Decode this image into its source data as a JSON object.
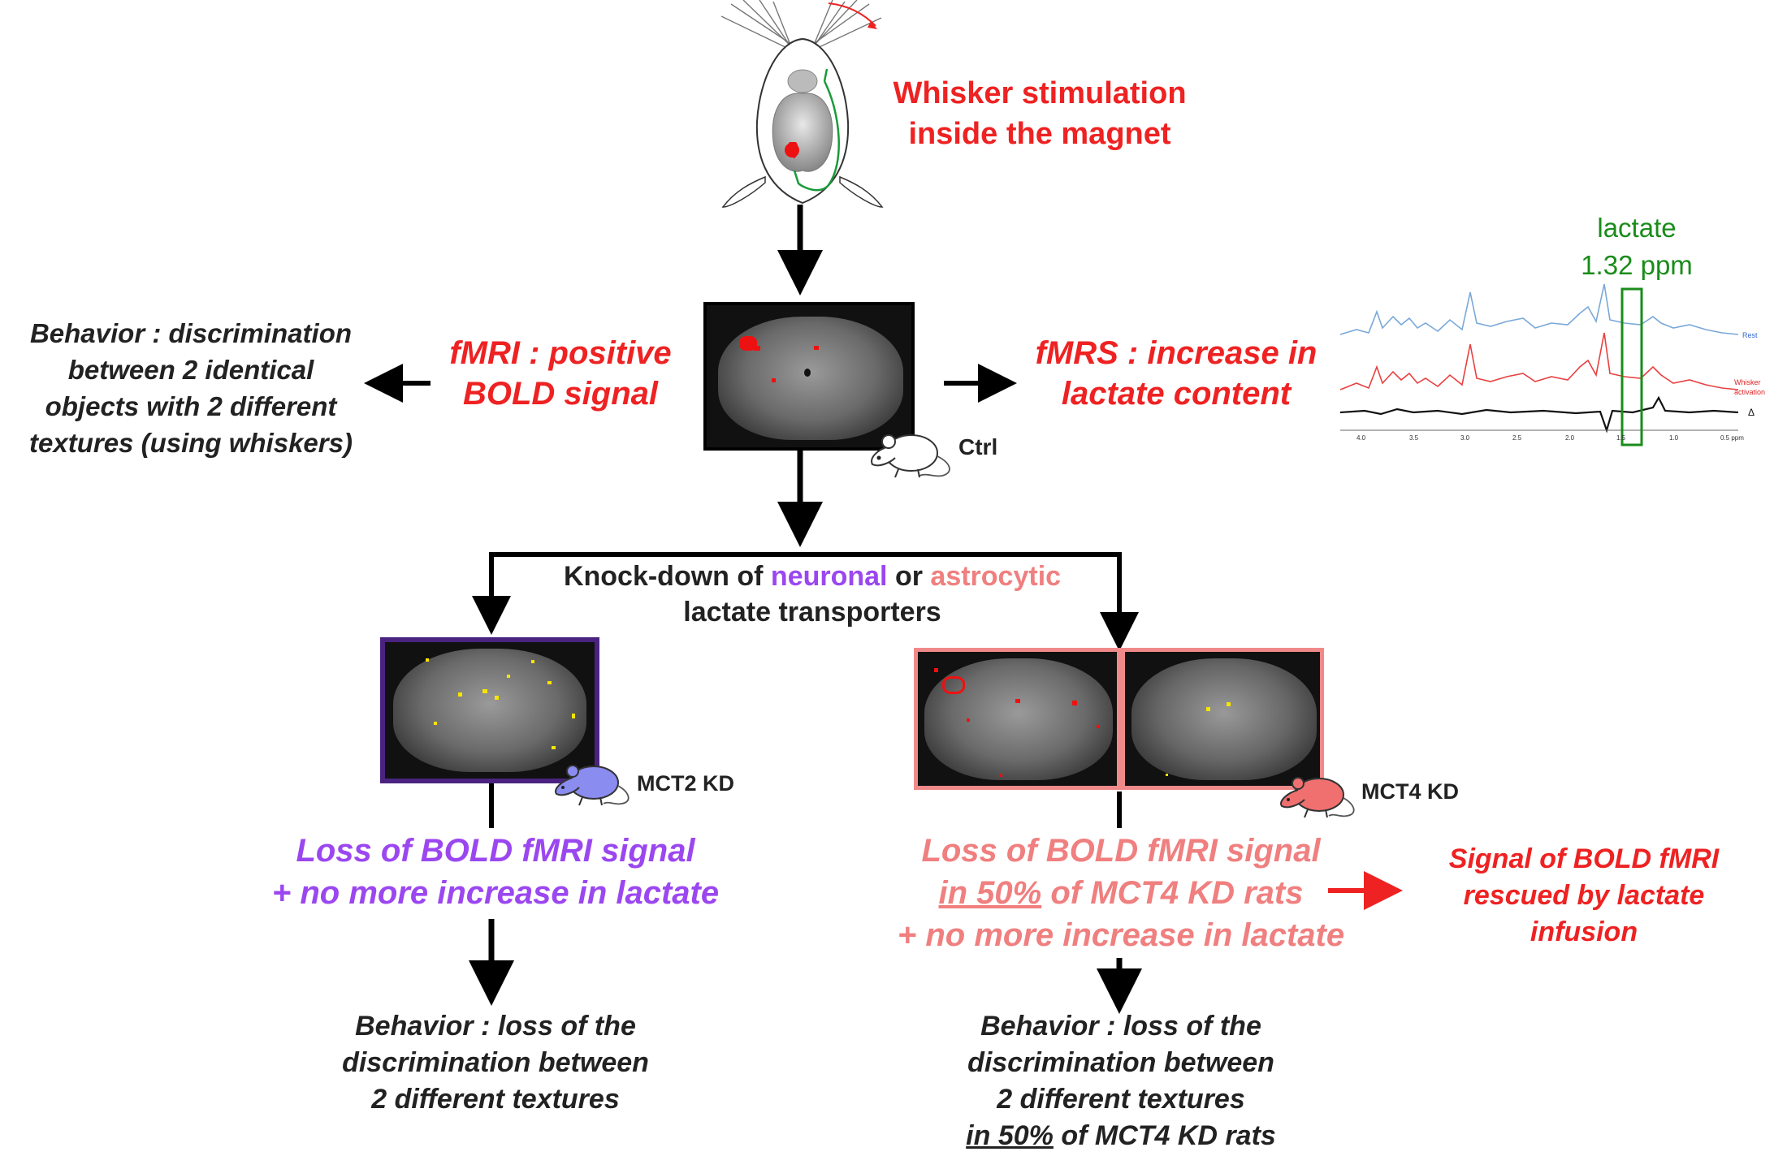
{
  "top": {
    "title_line1": "Whisker stimulation",
    "title_line2": "inside the magnet"
  },
  "center": {
    "fmri_line1": "fMRI : positive",
    "fmri_line2": "BOLD signal",
    "ctrl_label": "Ctrl"
  },
  "left_behavior": {
    "line1": "Behavior : discrimination",
    "line2": "between 2 identical",
    "line3": "objects with 2 different",
    "line4": "textures (using whiskers)"
  },
  "fmrs": {
    "line1": "fMRS : increase in",
    "line2": "lactate content",
    "lactate_label": "lactate",
    "lactate_ppm": "1.32 ppm",
    "trace_labels": [
      "Rest",
      "Whisker",
      "activation",
      "Δ"
    ],
    "axis_ticks": [
      "4.0",
      "3.5",
      "3.0",
      "2.5",
      "2.0",
      "1.5",
      "1.0",
      "0.5 ppm"
    ]
  },
  "knockdown": {
    "part1": "Knock-down of ",
    "neuronal": "neuronal",
    "part2": " or ",
    "astrocytic": "astrocytic",
    "line2": "lactate transporters"
  },
  "mct2": {
    "label": "MCT2 KD",
    "result_line1": "Loss of BOLD fMRI signal",
    "result_line2": "+ no more increase in lactate",
    "behavior_line1": "Behavior : loss of the",
    "behavior_line2": "discrimination between",
    "behavior_line3": "2 different textures"
  },
  "mct4": {
    "label": "MCT4 KD",
    "result_line1": "Loss of BOLD fMRI signal",
    "result_underline": "in 50%",
    "result_line2_rest": " of MCT4 KD rats",
    "result_line3": "+ no more increase in lactate",
    "behavior_line1": "Behavior : loss of the",
    "behavior_line2": "discrimination between",
    "behavior_line3": "2 different textures",
    "behavior_underline": "in 50%",
    "behavior_line4_rest": " of MCT4 KD rats"
  },
  "rescue": {
    "line1": "Signal of BOLD fMRI",
    "line2": "rescued by lactate",
    "line3": "infusion"
  },
  "colors": {
    "red": "#ee2222",
    "purple": "#9b47f0",
    "pink": "#f07f7f",
    "dark_purple_frame": "#4a2380",
    "pink_frame": "#f08a8a",
    "green": "#1a8c1a"
  }
}
